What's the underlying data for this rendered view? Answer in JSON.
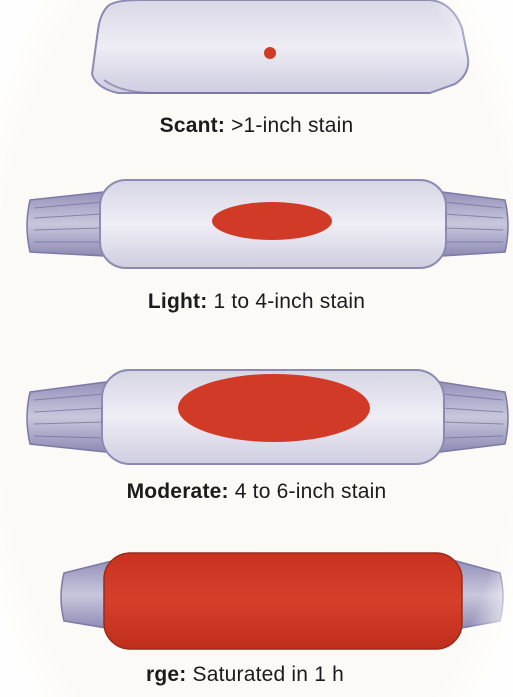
{
  "pads": [
    {
      "id": "scant",
      "term": "Scant:",
      "description": ">1-inch stain",
      "stain_color": "#d13a26"
    },
    {
      "id": "light",
      "term": "Light:",
      "description": "1 to 4-inch stain",
      "stain_color": "#d13a26"
    },
    {
      "id": "moderate",
      "term": "Moderate:",
      "description": "4 to 6-inch stain",
      "stain_color": "#d13a26"
    },
    {
      "id": "large",
      "term": "rge:",
      "description": "Saturated in 1 h",
      "stain_color": "#d13a26"
    }
  ],
  "colors": {
    "pad_fill": "#e7e6ef",
    "pad_edge": "#8c89b3",
    "wing_stripe": "#6f6c9c",
    "stain": "#d13a26"
  }
}
